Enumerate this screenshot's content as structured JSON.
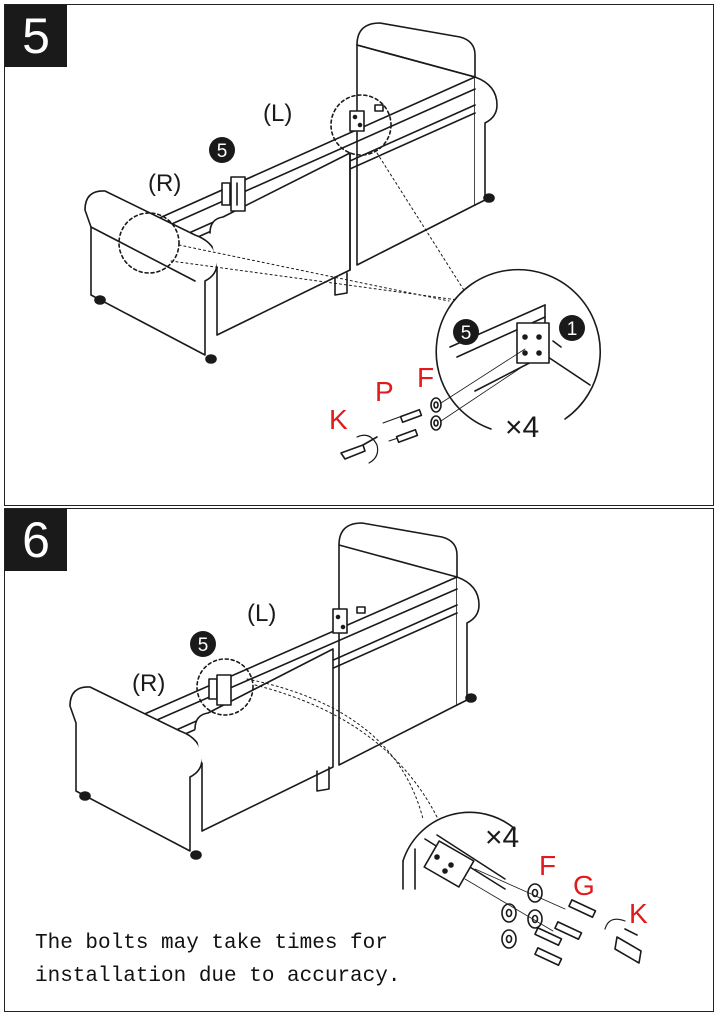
{
  "steps": [
    {
      "number": "5",
      "labels": {
        "left": "(L)",
        "right": "(R)",
        "part_num": "5",
        "part_num_2": "1",
        "bolt": "P",
        "washer": "F",
        "wrench": "K",
        "qty": "×4"
      }
    },
    {
      "number": "6",
      "labels": {
        "left": "(L)",
        "right": "(R)",
        "part_num": "5",
        "washer": "F",
        "bolt": "G",
        "wrench": "K",
        "qty": "×4"
      },
      "note": {
        "line1": "The bolts may take times for",
        "line2": "installation due to accuracy."
      }
    }
  ],
  "colors": {
    "accent_red": "#e11b1b",
    "ink": "#1a1a1a"
  }
}
